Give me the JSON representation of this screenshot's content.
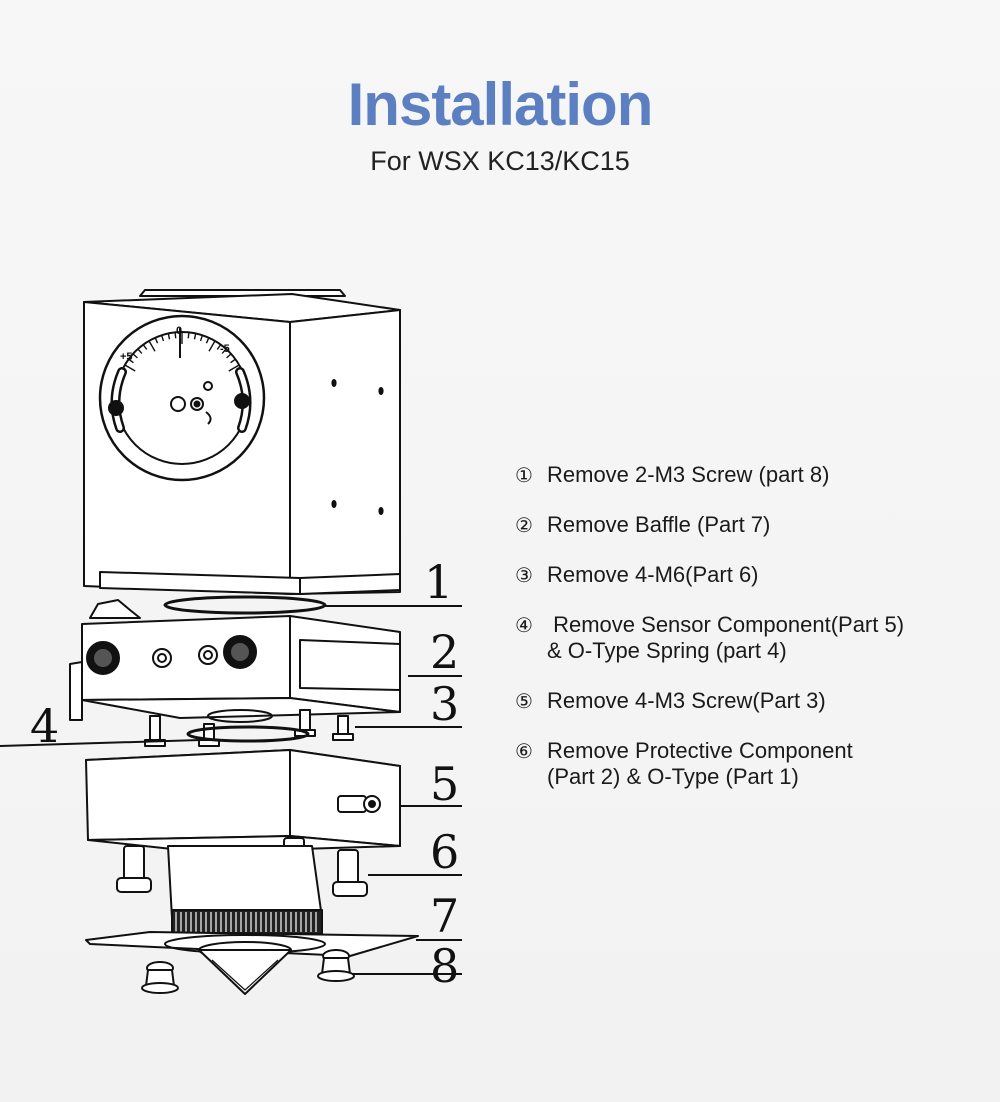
{
  "header": {
    "title": "Installation",
    "subtitle": "For WSX KC13/KC15"
  },
  "diagram": {
    "dial": {
      "plus": "+5",
      "zero": "0",
      "minus": "-5"
    },
    "part_labels": [
      "1",
      "2",
      "3",
      "4",
      "5",
      "6",
      "7",
      "8"
    ]
  },
  "steps": [
    {
      "num": "①",
      "lines": [
        "Remove 2-M3 Screw (part 8)"
      ]
    },
    {
      "num": "②",
      "lines": [
        "Remove Baffle (Part 7)"
      ]
    },
    {
      "num": "③",
      "lines": [
        "Remove 4-M6(Part 6)"
      ]
    },
    {
      "num": "④",
      "lines": [
        " Remove Sensor Component(Part 5)",
        "& O-Type Spring (part 4)"
      ]
    },
    {
      "num": "⑤",
      "lines": [
        "Remove 4-M3 Screw(Part 3)"
      ]
    },
    {
      "num": "⑥",
      "lines": [
        "Remove Protective Component",
        "(Part 2) & O-Type (Part 1)"
      ]
    }
  ]
}
